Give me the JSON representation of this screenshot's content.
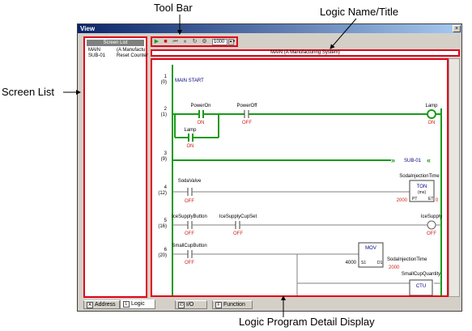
{
  "callouts": {
    "toolbar": "Tool Bar",
    "logic_title": "Logic Name/Title",
    "screen_list": "Screen List",
    "detail": "Logic Program Detail Display"
  },
  "window": {
    "title": "View",
    "close": "×"
  },
  "screen_list": {
    "header": "Screen List",
    "rows": [
      {
        "name": "MAIN",
        "title": "(A Manufactu"
      },
      {
        "name": "SUB-01",
        "title": "Reset Counter"
      }
    ]
  },
  "toolbar": {
    "play": "▶",
    "stop": "■",
    "step_back": "⏮",
    "pause": "⏸",
    "refresh": "↻",
    "settings": "⚙",
    "scan_value": "1000",
    "spin": "▲▼"
  },
  "logic_title": "MAIN (A Manufacturing System)",
  "rungs": [
    {
      "line": "1",
      "step": "(0)"
    },
    {
      "line": "2",
      "step": "(1)"
    },
    {
      "line": "3",
      "step": "(9)"
    },
    {
      "line": "4",
      "step": "(12)"
    },
    {
      "line": "5",
      "step": "(16)"
    },
    {
      "line": "6",
      "step": "(20)"
    }
  ],
  "ladder": {
    "main_start": "MAIN START",
    "power_on": "PowerOn",
    "power_off": "PowerOff",
    "lamp": "Lamp",
    "on": "ON",
    "off": "OFF",
    "sub01": "SUB-01",
    "soda_valve": "SodaValve",
    "soda_injection_time": "SodaInjectionTime",
    "ton": "TON",
    "ms": "(ms)",
    "pt": "PT",
    "et": "ET",
    "pt_val": "2000",
    "et_val": "0",
    "ice_supply_button": "IceSupplyButton",
    "ice_supply_cup_set": "IceSupplyCupSet",
    "ice_supply": "IceSupply",
    "small_cup_button": "SmallCupButton",
    "mov": "MOV",
    "s1": "S1",
    "d1": "D1",
    "mov_src": "4000",
    "mov_dst": "2000",
    "small_cup_quantity": "SmallCupQuantity",
    "ctu": "CTU"
  },
  "tabs": [
    {
      "label": "Address",
      "icon": "A"
    },
    {
      "label": "Logic",
      "icon": "L"
    },
    {
      "label": "I/O",
      "icon": "IO"
    },
    {
      "label": "Function",
      "icon": "F"
    }
  ],
  "colors": {
    "highlight": "#e0001a",
    "energized": "#1a9a1a",
    "value": "#d02020",
    "label": "#000080"
  }
}
